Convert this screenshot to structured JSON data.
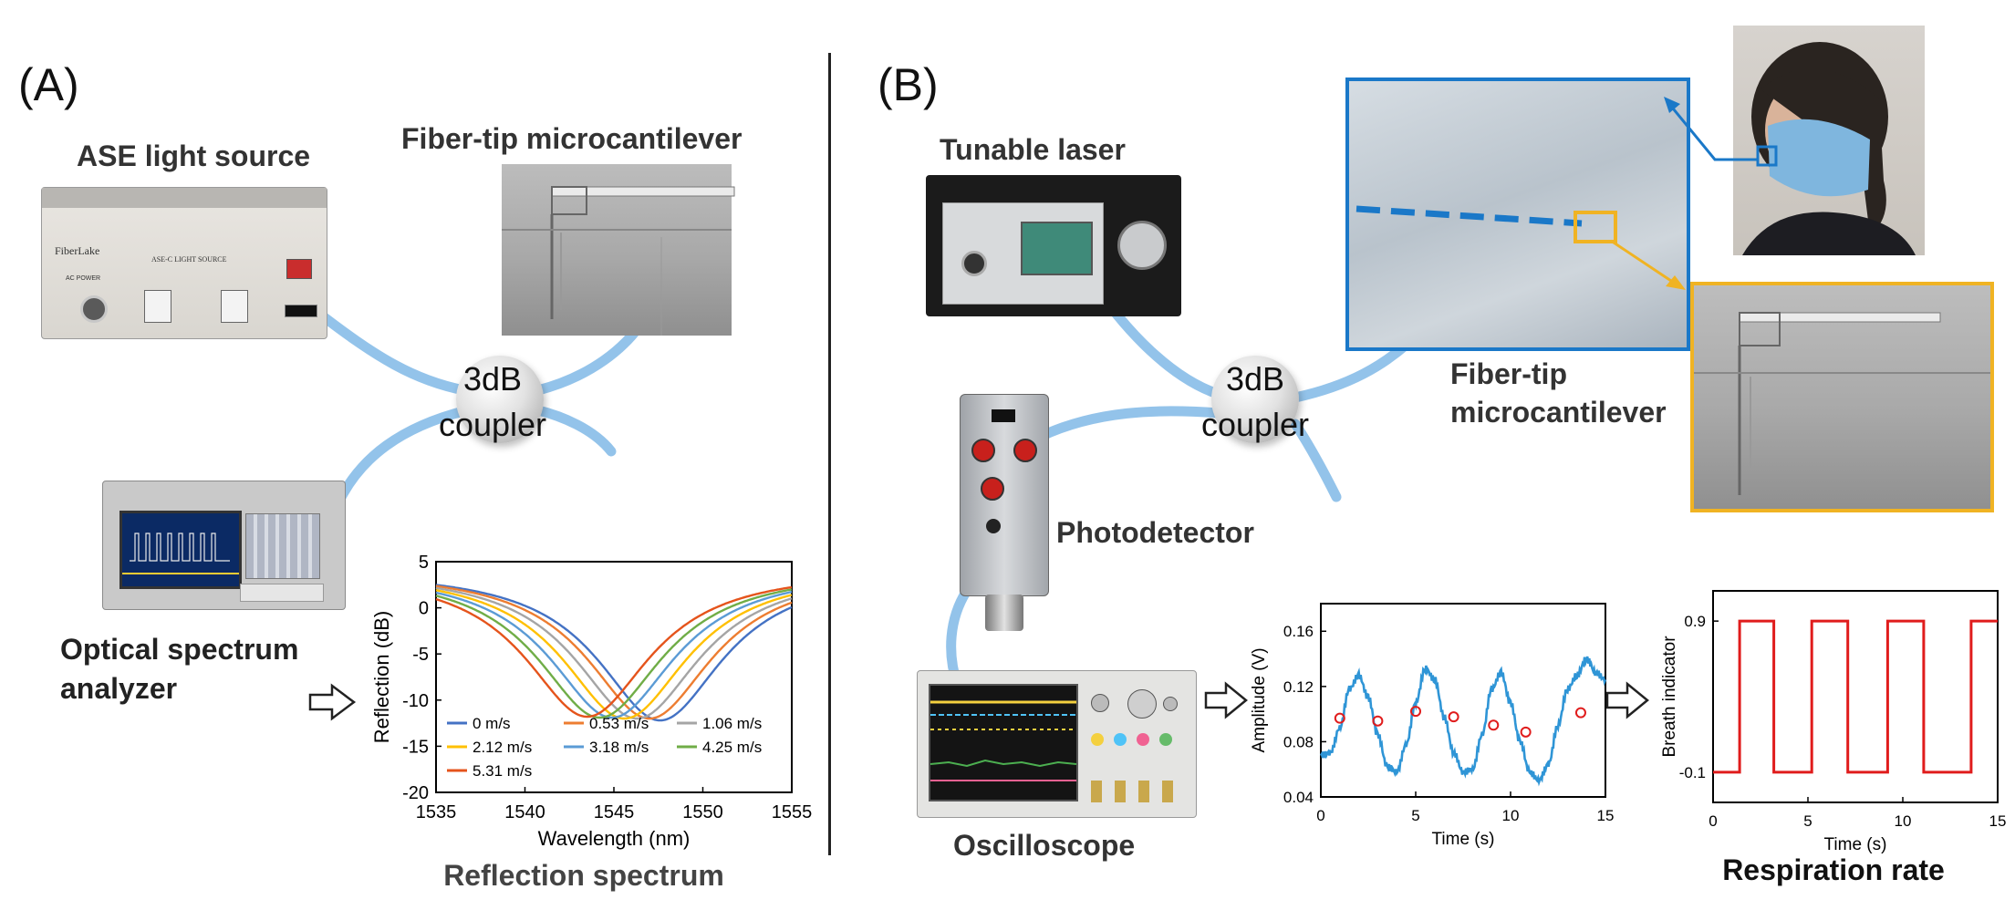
{
  "panels": {
    "a": {
      "label": "(A)",
      "ase_source": "ASE light source",
      "ase_brand": "FiberLake",
      "ase_model": "ASE-C LIGHT SOURCE",
      "ase_power": "AC POWER",
      "microcantilever": "Fiber-tip microcantilever",
      "coupler_line1": "3dB",
      "coupler_line2": "coupler",
      "osa_line1": "Optical spectrum",
      "osa_line2": "analyzer",
      "chart_caption": "Reflection spectrum"
    },
    "b": {
      "label": "(B)",
      "laser": "Tunable laser",
      "coupler_line1": "3dB",
      "coupler_line2": "coupler",
      "microcantilever_line1": "Fiber-tip",
      "microcantilever_line2": "microcantilever",
      "photodetector": "Photodetector",
      "oscilloscope": "Oscilloscope",
      "chart_caption": "Respiration rate"
    }
  },
  "colors": {
    "fiber": "#93c3ea",
    "photo_frame_blue": "#1a78c8",
    "photo_frame_yellow": "#f0b323",
    "signal_blue": "#2f95d6",
    "red": "#e01c1c"
  },
  "chart_data": [
    {
      "type": "line",
      "xlabel": "Wavelength (nm)",
      "ylabel": "Reflection (dB)",
      "xlim": [
        1535,
        1555
      ],
      "ylim": [
        -20,
        5
      ],
      "xticks": [
        1535,
        1540,
        1545,
        1550,
        1555
      ],
      "yticks": [
        5,
        0,
        -5,
        -10,
        -15,
        -20
      ],
      "legend_position": "bottom-inside",
      "series": [
        {
          "name": "0 m/s",
          "color": "#4472c4",
          "dip_center": 1547.6,
          "dip_min": -12.2
        },
        {
          "name": "0.53 m/s",
          "color": "#ed7d31",
          "dip_center": 1547.0,
          "dip_min": -12.0
        },
        {
          "name": "1.06 m/s",
          "color": "#a5a5a5",
          "dip_center": 1546.3,
          "dip_min": -12.0
        },
        {
          "name": "2.12 m/s",
          "color": "#ffc000",
          "dip_center": 1545.6,
          "dip_min": -12.0
        },
        {
          "name": "3.18 m/s",
          "color": "#5b9bd5",
          "dip_center": 1544.9,
          "dip_min": -11.9
        },
        {
          "name": "4.25 m/s",
          "color": "#70ad47",
          "dip_center": 1544.2,
          "dip_min": -11.9
        },
        {
          "name": "5.31 m/s",
          "color": "#e5541c",
          "dip_center": 1543.5,
          "dip_min": -11.8
        }
      ]
    },
    {
      "type": "line",
      "xlabel": "Time (s)",
      "ylabel": "Amplitude (V)",
      "xlim": [
        0,
        15
      ],
      "ylim": [
        0.04,
        0.18
      ],
      "xticks": [
        0,
        5,
        10,
        15
      ],
      "yticks": [
        0.16,
        0.12,
        0.08,
        0.04
      ],
      "series": [
        {
          "name": "",
          "color": "#2f95d6",
          "x": [
            0,
            0.5,
            1.0,
            1.5,
            2.0,
            2.5,
            3.0,
            3.5,
            4.0,
            4.5,
            5.0,
            5.5,
            6.0,
            6.5,
            7.0,
            7.5,
            8.0,
            8.5,
            9.0,
            9.5,
            10.0,
            10.5,
            11.0,
            11.5,
            12.0,
            12.5,
            13.0,
            13.5,
            14.0,
            14.5,
            15.0
          ],
          "y": [
            0.07,
            0.072,
            0.09,
            0.118,
            0.128,
            0.112,
            0.085,
            0.062,
            0.058,
            0.078,
            0.108,
            0.133,
            0.125,
            0.098,
            0.072,
            0.058,
            0.06,
            0.085,
            0.118,
            0.13,
            0.108,
            0.08,
            0.058,
            0.052,
            0.064,
            0.092,
            0.118,
            0.128,
            0.14,
            0.13,
            0.125
          ]
        }
      ],
      "markers": {
        "color": "#e01c1c",
        "x": [
          1.0,
          3.0,
          5.0,
          7.0,
          9.1,
          10.8,
          13.7
        ],
        "y": [
          0.097,
          0.095,
          0.102,
          0.098,
          0.092,
          0.087,
          0.101
        ]
      }
    },
    {
      "type": "line",
      "xlabel": "Time (s)",
      "ylabel": "Breath indicator",
      "xlim": [
        0,
        15
      ],
      "ylim": [
        -0.1,
        0.9
      ],
      "xticks": [
        0,
        5,
        10,
        15
      ],
      "yticks": [
        0.9,
        -0.1
      ],
      "ytick_labels": [
        "0.9",
        "-0.1"
      ],
      "series": [
        {
          "name": "",
          "color": "#e01c1c",
          "x": [
            0,
            1.4,
            1.4,
            3.2,
            3.2,
            5.2,
            5.2,
            7.1,
            7.1,
            9.2,
            9.2,
            11.1,
            11.1,
            13.6,
            13.6,
            15
          ],
          "y": [
            -0.1,
            -0.1,
            0.9,
            0.9,
            -0.1,
            -0.1,
            0.9,
            0.9,
            -0.1,
            -0.1,
            0.9,
            0.9,
            -0.1,
            -0.1,
            0.9,
            0.9
          ]
        }
      ]
    }
  ]
}
